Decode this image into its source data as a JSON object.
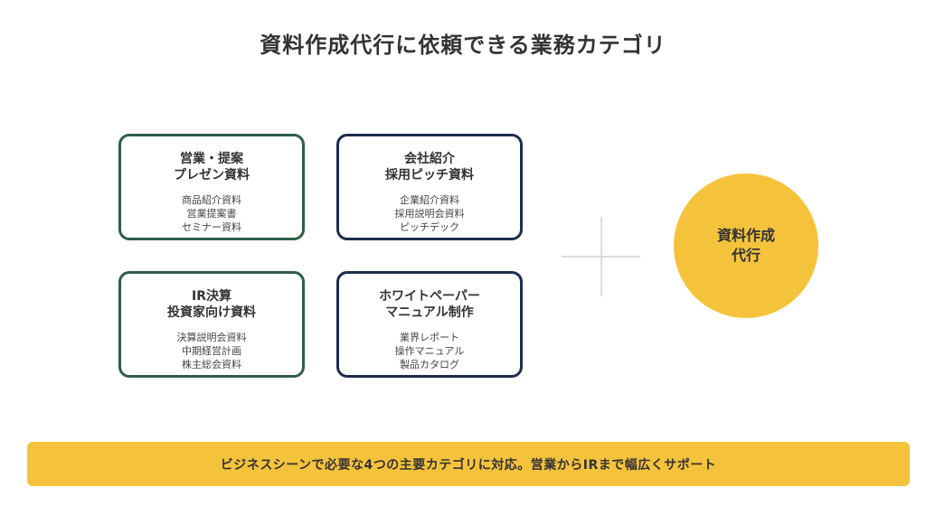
{
  "title": "資料作成代行に依頼できる業務カテゴリ",
  "cards": [
    {
      "title_lines": [
        "営業・提案",
        "プレゼン資料"
      ],
      "items": [
        "商品紹介資料",
        "営業提案書",
        "セミナー資料"
      ]
    },
    {
      "title_lines": [
        "会社紹介",
        "採用ピッチ資料"
      ],
      "items": [
        "企業紹介資料",
        "採用説明会資料",
        "ピッチデック"
      ]
    },
    {
      "title_lines": [
        "IR決算",
        "投資家向け資料"
      ],
      "items": [
        "決算説明会資料",
        "中期経営計画",
        "株主総会資料"
      ]
    },
    {
      "title_lines": [
        "ホワイトペーパー",
        "マニュアル制作"
      ],
      "items": [
        "業界レポート",
        "操作マニュアル",
        "製品カタログ"
      ]
    }
  ],
  "center": {
    "label_lines": [
      "資料作成",
      "代行"
    ]
  },
  "banner": {
    "text": "ビジネスシーンで必要な4つの主要カテゴリに対応。営業からIRまで幅広くサポート"
  },
  "colors": {
    "green_border": "#2f5d46",
    "navy_border": "#1d2c4f",
    "accent_yellow": "#f5c33b",
    "connector_gray": "#dddddd",
    "text_dark": "#333333"
  }
}
